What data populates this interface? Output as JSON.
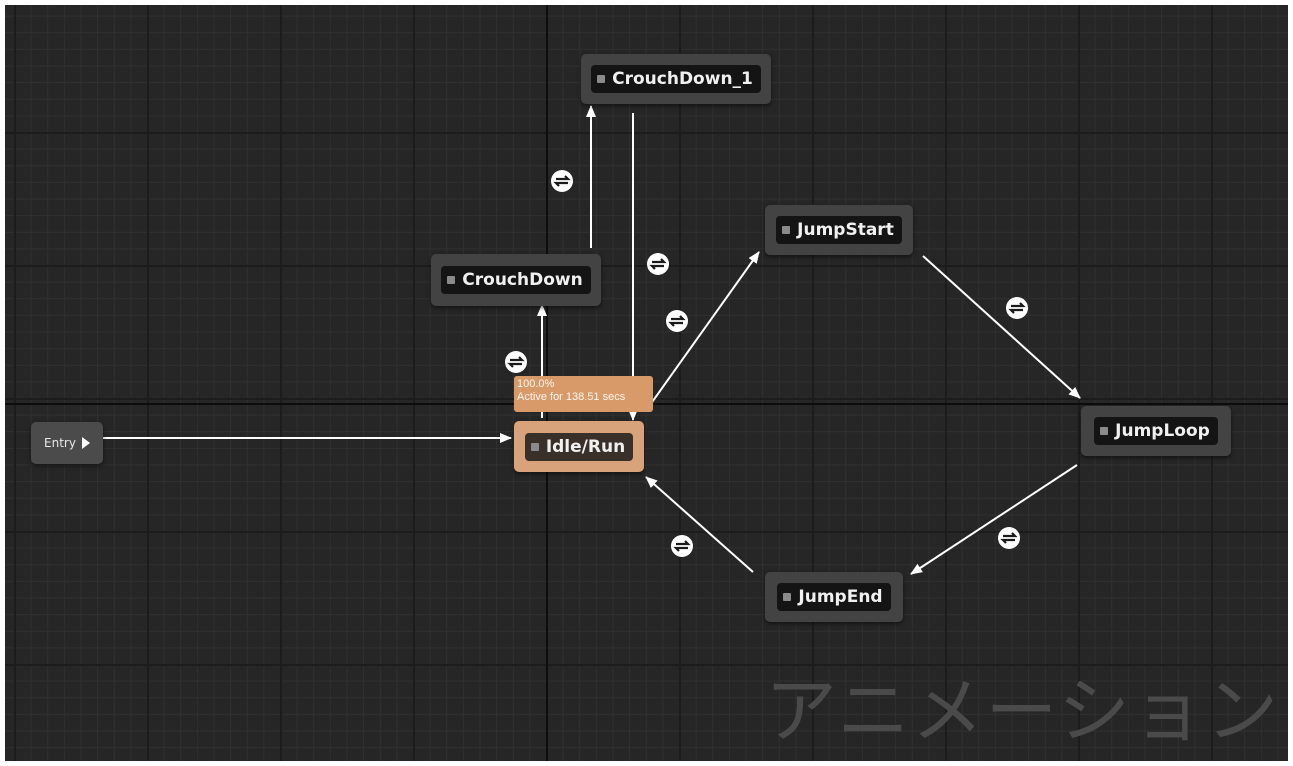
{
  "graph": {
    "entry": {
      "label": "Entry"
    },
    "states": [
      {
        "id": "crouchdown_1",
        "label": "CrouchDown_1",
        "active": false
      },
      {
        "id": "crouchdown",
        "label": "CrouchDown",
        "active": false
      },
      {
        "id": "jumpstart",
        "label": "JumpStart",
        "active": false
      },
      {
        "id": "idle_run",
        "label": "Idle/Run",
        "active": true
      },
      {
        "id": "jumploop",
        "label": "JumpLoop",
        "active": false
      },
      {
        "id": "jumpend",
        "label": "JumpEnd",
        "active": false
      }
    ],
    "active_state_info": {
      "weight": "100.0%",
      "status": "Active for 138.51 secs"
    },
    "transitions": [
      {
        "from": "entry",
        "to": "idle_run"
      },
      {
        "from": "idle_run",
        "to": "crouchdown"
      },
      {
        "from": "crouchdown",
        "to": "crouchdown_1"
      },
      {
        "from": "crouchdown_1",
        "to": "idle_run"
      },
      {
        "from": "idle_run",
        "to": "jumpstart"
      },
      {
        "from": "jumpstart",
        "to": "jumploop"
      },
      {
        "from": "jumploop",
        "to": "jumpend"
      },
      {
        "from": "jumpend",
        "to": "idle_run"
      }
    ],
    "watermark": "アニメーション"
  },
  "colors": {
    "canvas_bg": "#262626",
    "node_bg": "#434343",
    "active_node": "#d8a27a",
    "wire": "#ffffff"
  },
  "icons": [
    "state-square-icon",
    "transition-rule-icon",
    "entry-pin-icon"
  ]
}
